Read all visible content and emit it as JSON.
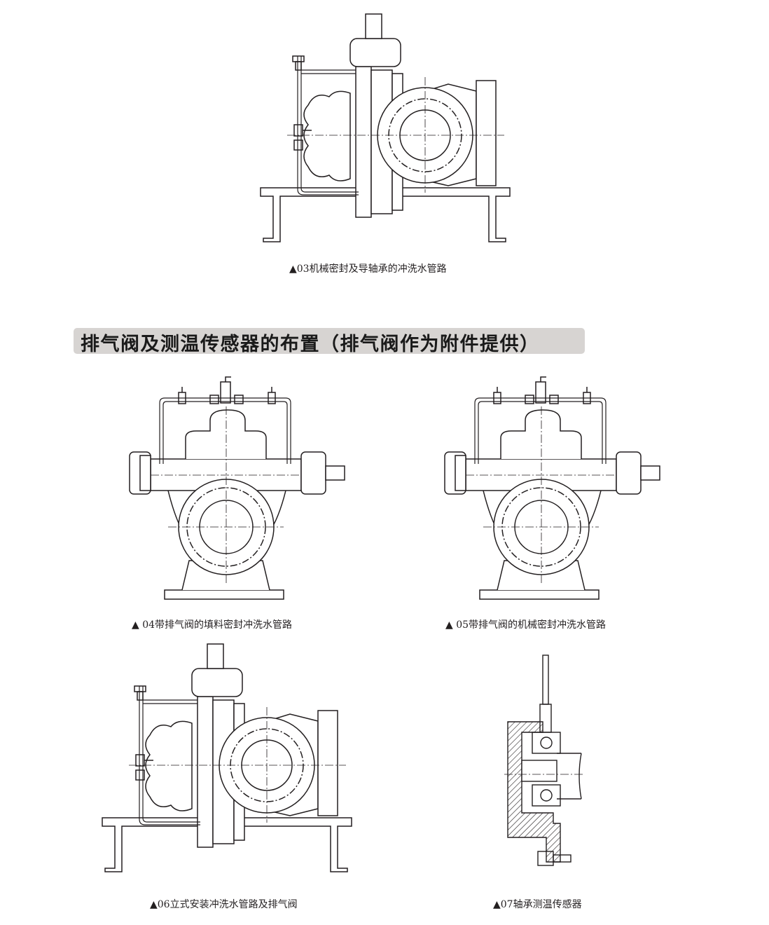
{
  "figures": [
    {
      "id": "03",
      "caption": "▲03机械密封及导轴承的冲洗水管路"
    },
    {
      "id": "04",
      "caption": "▲ 04带排气阀的填料密封冲洗水管路"
    },
    {
      "id": "05",
      "caption": "▲ 05带排气阀的机械密封冲洗水管路"
    },
    {
      "id": "06",
      "caption": "▲06立式安装冲洗水管路及排气阀"
    },
    {
      "id": "07",
      "caption": "▲07轴承测温传感器"
    }
  ],
  "section": {
    "title": "排气阀及测温传感器的布置（排气阀作为附件提供）"
  },
  "colors": {
    "line": "#231f20",
    "section_bg": "#d7d4d2"
  }
}
